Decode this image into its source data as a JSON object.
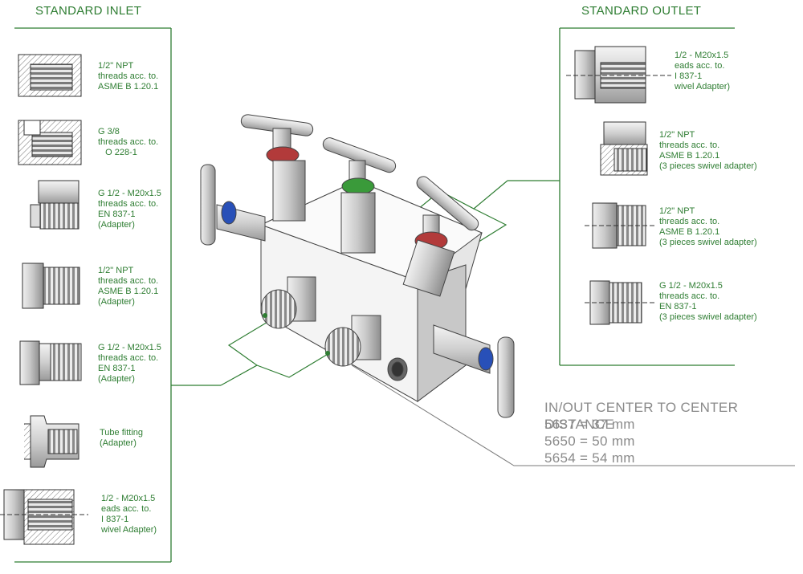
{
  "inlet": {
    "title": "STANDARD INLET",
    "items": [
      {
        "text": "1/2\" NPT\nthreads acc. to.\nASME B 1.20.1"
      },
      {
        "text": "G 3/8\nthreads acc. to.\n   O 228-1"
      },
      {
        "text": "G 1/2 - M20x1.5\nthreads acc. to.\nEN 837-1\n(Adapter)"
      },
      {
        "text": "1/2\" NPT\nthreads acc. to.\nASME B 1.20.1\n(Adapter)"
      },
      {
        "text": "G 1/2 - M20x1.5\nthreads acc. to.\nEN 837-1\n(Adapter)"
      },
      {
        "text": "Tube fitting\n(Adapter)"
      },
      {
        "text": "1/2 - M20x1.5\neads acc. to.\nI 837-1\nwivel Adapter)"
      }
    ]
  },
  "outlet": {
    "title": "STANDARD OUTLET",
    "items": [
      {
        "text": "1/2 - M20x1.5\neads acc. to.\nI 837-1\nwivel Adapter)"
      },
      {
        "text": "1/2\" NPT\nthreads acc. to.\nASME B 1.20.1\n(3 pieces swivel adapter)"
      },
      {
        "text": "1/2\" NPT\nthreads acc. to.\nASME B 1.20.1\n(3 pieces swivel adapter)"
      },
      {
        "text": "G 1/2 - M20x1.5\nthreads acc. to.\nEN 837-1\n(3 pieces swivel adapter)"
      }
    ]
  },
  "distance": {
    "title": "IN/OUT CENTER TO CENTER DISTANCE",
    "rows": [
      "5637 = 37 mm",
      "5650 = 50 mm",
      "5654 = 54 mm"
    ]
  },
  "colors": {
    "accent_green": "#2e7d32",
    "valve_red": "#b23a3a",
    "valve_green": "#3a9a3a",
    "port_blue": "#2850b8"
  }
}
